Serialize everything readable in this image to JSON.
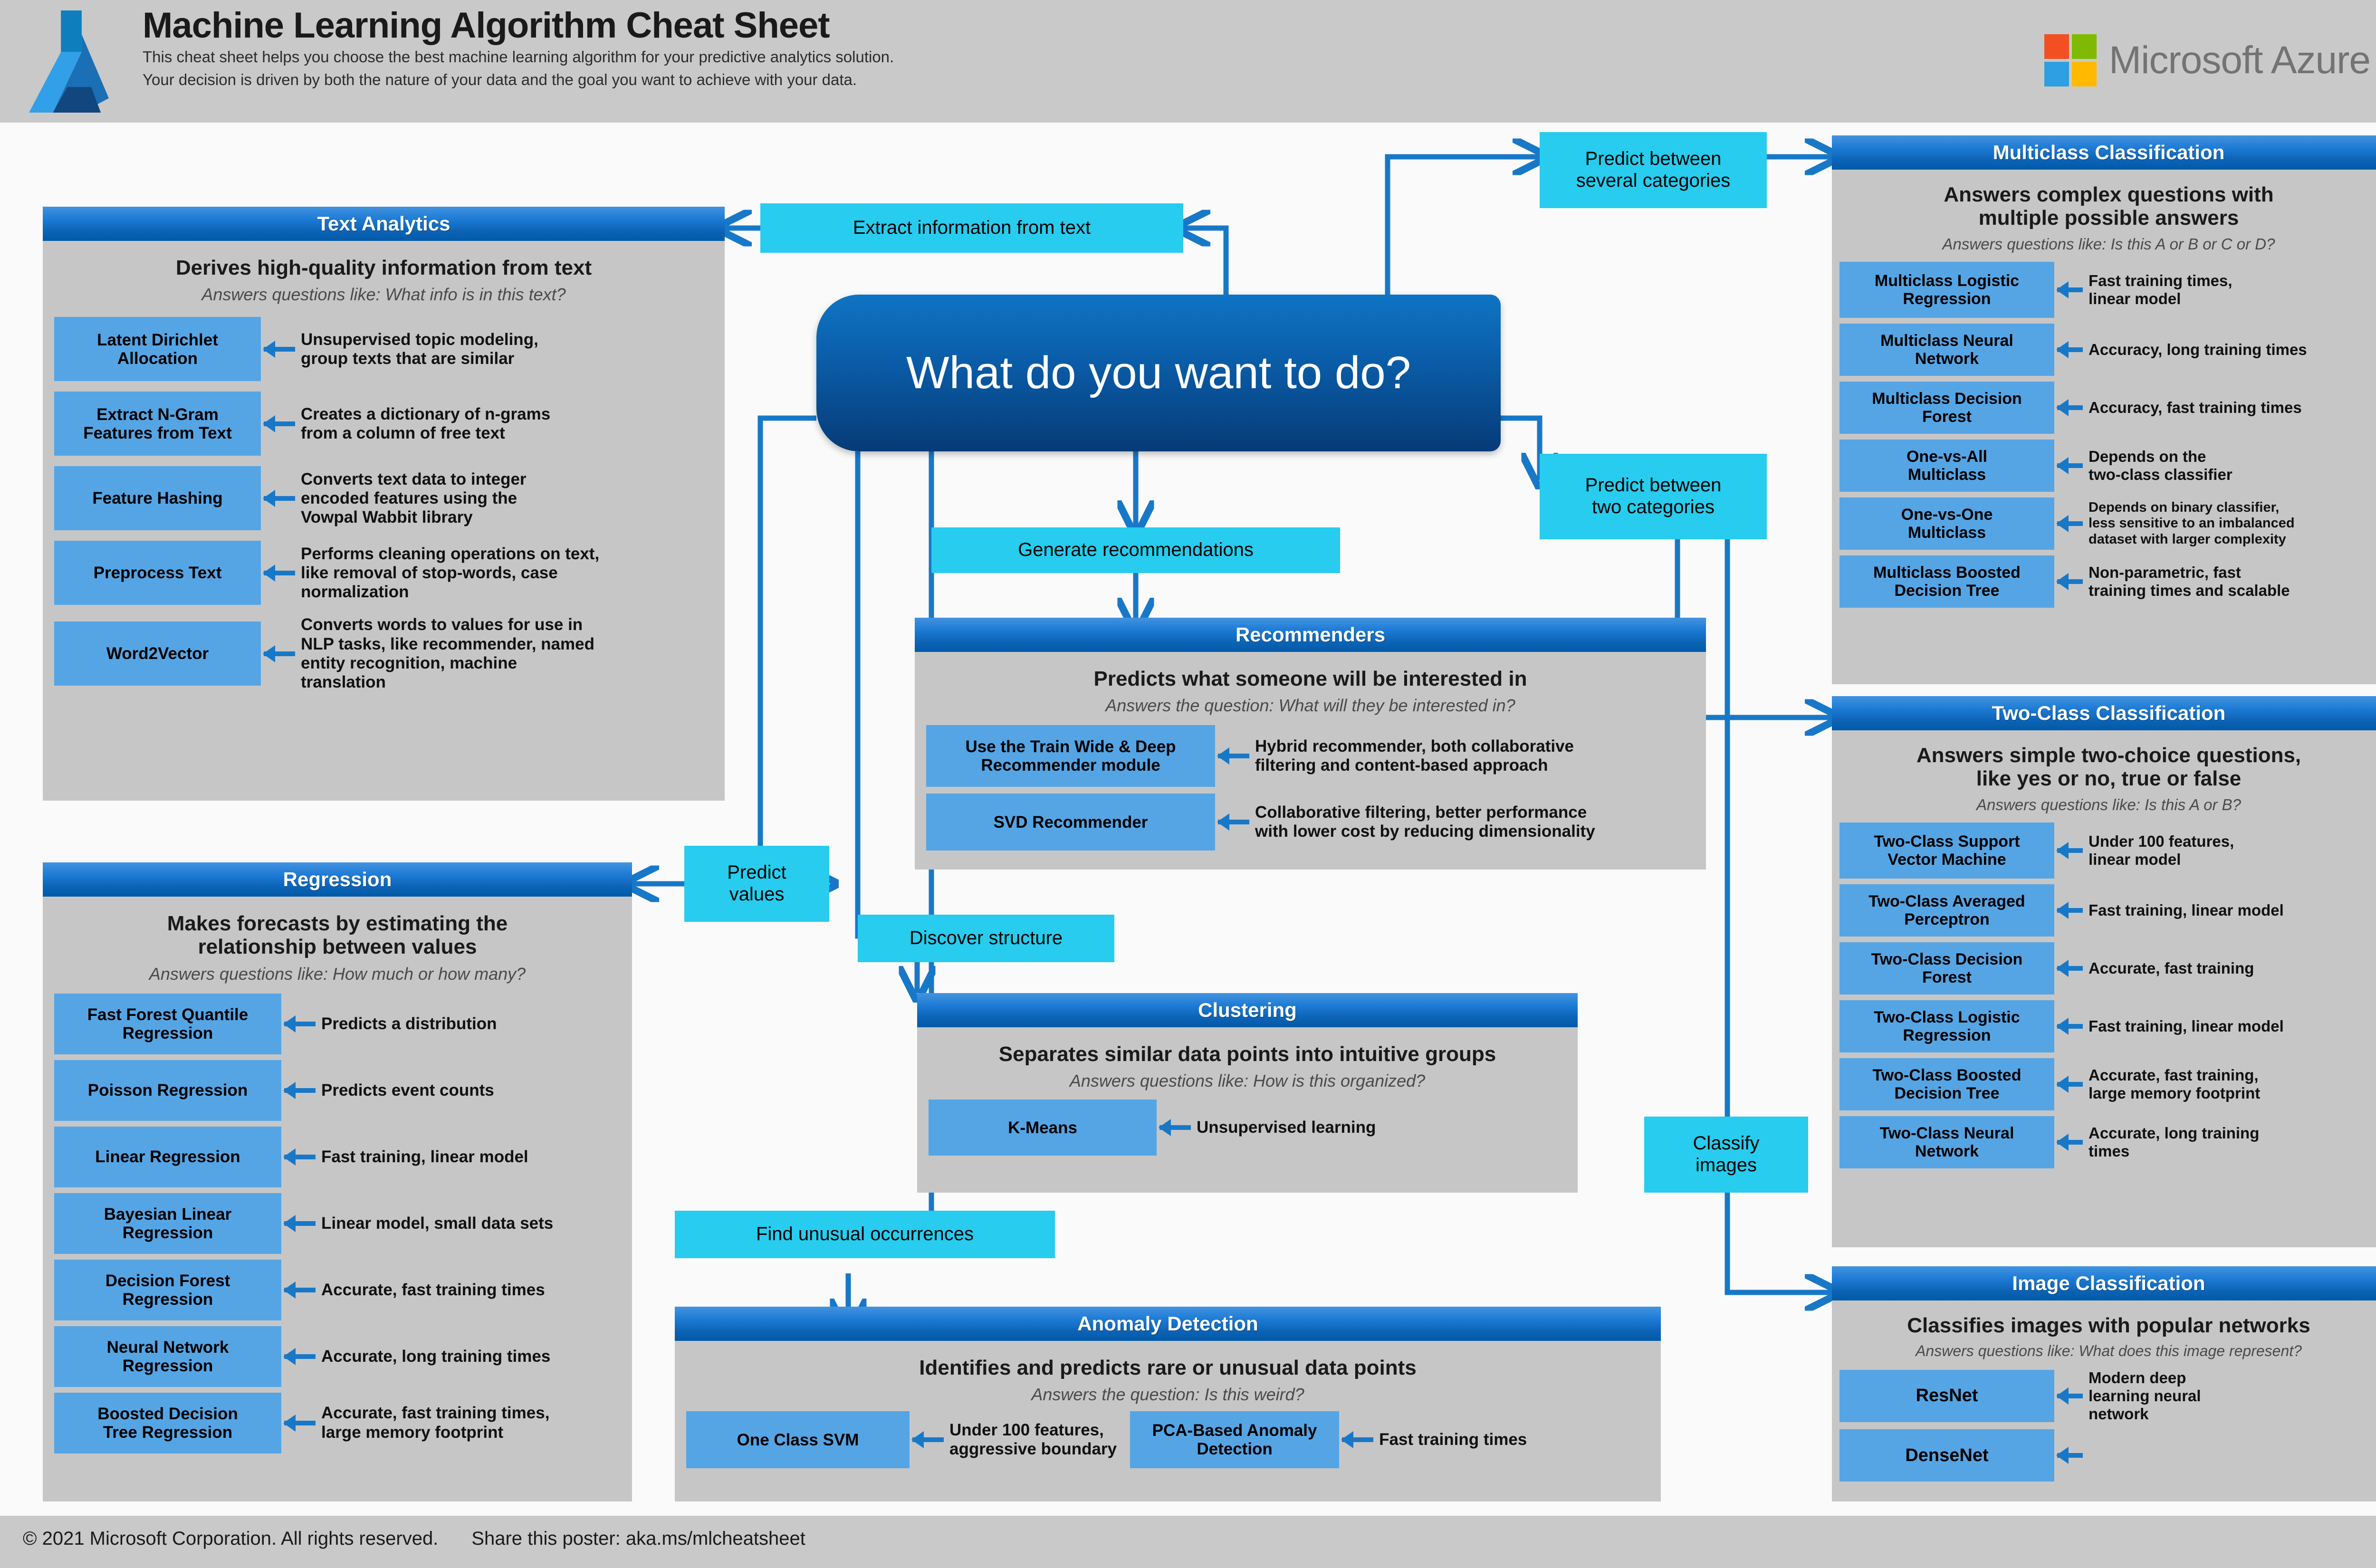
{
  "header": {
    "title": "Machine Learning Algorithm Cheat Sheet",
    "subtitle_line1": "This cheat sheet helps you choose the best machine learning algorithm for your predictive analytics solution.",
    "subtitle_line2": "Your decision is driven by both the nature of your data and the goal you want to achieve with your data.",
    "brand": "Microsoft Azure",
    "brand_colors": {
      "red": "#f25022",
      "green": "#7fba00",
      "blue": "#2e9fe0",
      "yellow": "#ffb900"
    },
    "logo_icon": "azure-logo-icon"
  },
  "hub": {
    "question": "What do you want to do?"
  },
  "decision_labels": {
    "extract_info": "Extract information from text",
    "several_categories": "Predict between\nseveral categories",
    "two_categories": "Predict between\ntwo categories",
    "generate_recommendations": "Generate recommendations",
    "predict_values": "Predict\nvalues",
    "discover_structure": "Discover structure",
    "find_unusual": "Find unusual occurrences",
    "classify_images": "Classify\nimages"
  },
  "panels": {
    "text_analytics": {
      "title": "Text Analytics",
      "tagline": "Derives high-quality information from text",
      "question": "Answers questions like: What info is in this text?",
      "algorithms": [
        {
          "name": "Latent Dirichlet\nAllocation",
          "desc": "Unsupervised topic modeling,\ngroup texts that are similar"
        },
        {
          "name": "Extract N-Gram\nFeatures from Text",
          "desc": "Creates a dictionary of n-grams\nfrom a column of free text"
        },
        {
          "name": "Feature Hashing",
          "desc": "Converts text data to integer\nencoded features using the\nVowpal Wabbit library"
        },
        {
          "name": "Preprocess Text",
          "desc": "Performs cleaning operations on text,\nlike removal of stop-words, case\nnormalization"
        },
        {
          "name": "Word2Vector",
          "desc": "Converts words to values for use in\nNLP tasks, like recommender, named\nentity recognition, machine\ntranslation"
        }
      ]
    },
    "regression": {
      "title": "Regression",
      "tagline": "Makes forecasts by estimating the\nrelationship between values",
      "question": "Answers questions like: How much or how many?",
      "algorithms": [
        {
          "name": "Fast Forest Quantile\nRegression",
          "desc": "Predicts a distribution"
        },
        {
          "name": "Poisson Regression",
          "desc": "Predicts event counts"
        },
        {
          "name": "Linear Regression",
          "desc": "Fast training, linear model"
        },
        {
          "name": "Bayesian Linear\nRegression",
          "desc": "Linear model, small data sets"
        },
        {
          "name": "Decision Forest\nRegression",
          "desc": "Accurate, fast training times"
        },
        {
          "name": "Neural Network\nRegression",
          "desc": "Accurate, long training times"
        },
        {
          "name": "Boosted Decision\nTree Regression",
          "desc": "Accurate, fast training times,\nlarge memory footprint"
        }
      ]
    },
    "recommenders": {
      "title": "Recommenders",
      "tagline": "Predicts what someone will be interested in",
      "question": "Answers the question: What will they be interested in?",
      "algorithms": [
        {
          "name": "Use the Train Wide & Deep\nRecommender module",
          "desc": "Hybrid recommender, both collaborative\nfiltering and content-based approach"
        },
        {
          "name": "SVD Recommender",
          "desc": "Collaborative filtering, better performance\nwith lower cost by reducing dimensionality"
        }
      ]
    },
    "clustering": {
      "title": "Clustering",
      "tagline": "Separates similar data points into intuitive groups",
      "question": "Answers questions like: How is this organized?",
      "algorithms": [
        {
          "name": "K-Means",
          "desc": "Unsupervised learning"
        }
      ]
    },
    "anomaly_detection": {
      "title": "Anomaly Detection",
      "tagline": "Identifies and predicts rare or unusual data points",
      "question": "Answers the question: Is this weird?",
      "algorithms": [
        {
          "name": "One Class SVM",
          "desc": "Under 100 features,\naggressive boundary"
        },
        {
          "name": "PCA-Based Anomaly\nDetection",
          "desc": "Fast training times"
        }
      ]
    },
    "multiclass_classification": {
      "title": "Multiclass Classification",
      "tagline": "Answers complex questions with\nmultiple possible answers",
      "question": "Answers questions like: Is this A or B or C or D?",
      "algorithms": [
        {
          "name": "Multiclass Logistic\nRegression",
          "desc": "Fast training times,\nlinear model"
        },
        {
          "name": "Multiclass Neural\nNetwork",
          "desc": "Accuracy, long training times"
        },
        {
          "name": "Multiclass Decision\nForest",
          "desc": "Accuracy, fast training times"
        },
        {
          "name": "One-vs-All\nMulticlass",
          "desc": "Depends on the\ntwo-class classifier"
        },
        {
          "name": "One-vs-One\nMulticlass",
          "desc": "Depends on binary classifier,\nless sensitive to an imbalanced\ndataset with larger complexity"
        },
        {
          "name": "Multiclass Boosted\nDecision Tree",
          "desc": "Non-parametric, fast\ntraining times and scalable"
        }
      ]
    },
    "two_class_classification": {
      "title": "Two-Class Classification",
      "tagline": "Answers simple two-choice questions,\nlike yes or no, true or false",
      "question": "Answers questions like: Is this A or B?",
      "algorithms": [
        {
          "name": "Two-Class Support\nVector Machine",
          "desc": "Under 100 features,\nlinear model"
        },
        {
          "name": "Two-Class Averaged\nPerceptron",
          "desc": "Fast training, linear model"
        },
        {
          "name": "Two-Class Decision\nForest",
          "desc": "Accurate, fast training"
        },
        {
          "name": "Two-Class Logistic\nRegression",
          "desc": "Fast training, linear model"
        },
        {
          "name": "Two-Class Boosted\nDecision Tree",
          "desc": "Accurate, fast training,\nlarge memory footprint"
        },
        {
          "name": "Two-Class Neural\nNetwork",
          "desc": "Accurate, long training\ntimes"
        }
      ]
    },
    "image_classification": {
      "title": "Image Classification",
      "tagline": "Classifies images with popular networks",
      "question": "Answers questions like: What does this image represent?",
      "algorithms": [
        {
          "name": "ResNet",
          "desc": "Modern deep\nlearning neural\nnetwork"
        },
        {
          "name": "DenseNet",
          "desc": ""
        }
      ]
    }
  },
  "footer": {
    "copyright": "© 2021 Microsoft Corporation. All rights reserved.",
    "share": "Share this poster: aka.ms/mlcheatsheet"
  },
  "colors": {
    "panel_bg": "#c6c6c6",
    "header_gradient_top": "#4393e0",
    "header_gradient_bottom": "#005aa8",
    "algo_box": "#55a5e5",
    "cyan_label": "#27ccee",
    "wire": "#1878c8",
    "hub_top": "#0f74c4",
    "hub_bottom": "#063b77"
  }
}
